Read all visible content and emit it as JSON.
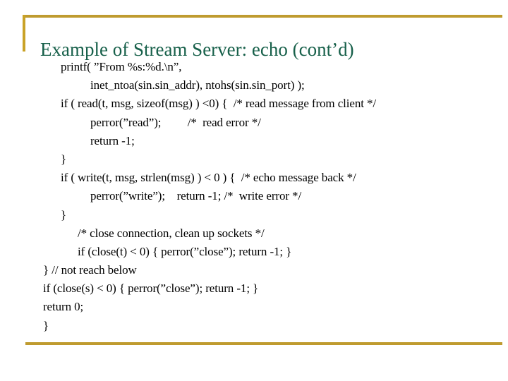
{
  "slide": {
    "title": "Example of Stream Server: echo (cont’d)",
    "theme": {
      "title_color": "#17604a",
      "rule_color": "#bf9b2f",
      "accent_color": "#c9a227",
      "body_color": "#000000",
      "background": "#ffffff"
    },
    "code_lines": [
      {
        "indent": 1,
        "text": "printf( ”From %s:%d.\\n”,"
      },
      {
        "indent": 3,
        "text": "inet_ntoa(sin.sin_addr), ntohs(sin.sin_port) );"
      },
      {
        "indent": 1,
        "text": "if ( read(t, msg, sizeof(msg) ) <0) {  /* read message from client */"
      },
      {
        "indent": 3,
        "text": "perror(”read”);         /*  read error */"
      },
      {
        "indent": 3,
        "text": "return -1;"
      },
      {
        "indent": 1,
        "text": "}"
      },
      {
        "indent": 1,
        "text": "if ( write(t, msg, strlen(msg) ) < 0 ) {  /* echo message back */"
      },
      {
        "indent": 3,
        "text": "perror(”write”);    return -1; /*  write error */"
      },
      {
        "indent": 1,
        "text": "}"
      },
      {
        "indent": 2,
        "text": "/* close connection, clean up sockets */"
      },
      {
        "indent": 2,
        "text": "if (close(t) < 0) { perror(”close”); return -1; }"
      },
      {
        "indent": 0,
        "text": "} // not reach below"
      },
      {
        "indent": 0,
        "text": "if (close(s) < 0) { perror(”close”); return -1; }"
      },
      {
        "indent": 0,
        "text": "return 0;"
      },
      {
        "indent": 0,
        "text": "}"
      }
    ]
  }
}
